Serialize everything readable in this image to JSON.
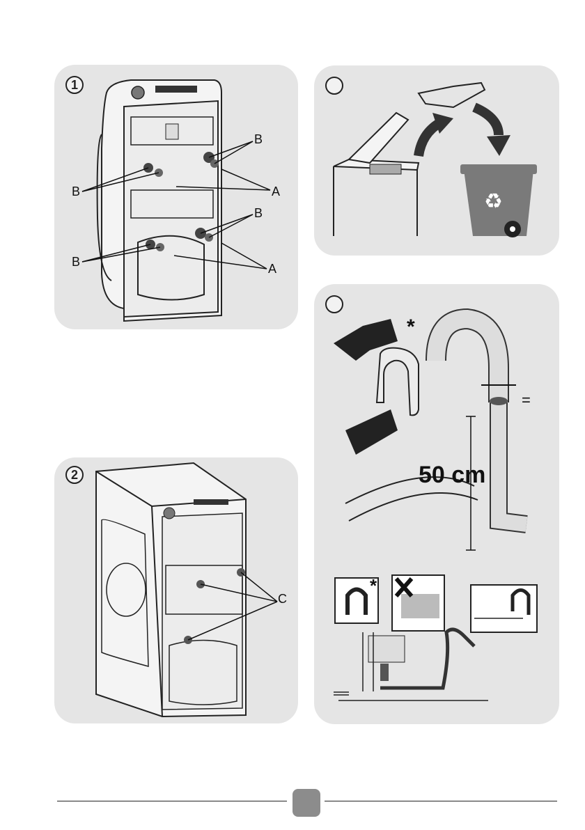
{
  "steps": {
    "s1": {
      "number": "1",
      "labels": {
        "b1": "B",
        "b2": "B",
        "b3": "B",
        "b4": "B",
        "a1": "A",
        "a2": "A"
      }
    },
    "s2": {
      "number": "2",
      "labels": {
        "c": "C"
      }
    },
    "s3": {
      "number": "",
      "icons": {
        "recycle": "recycle-bin-icon"
      }
    },
    "s4": {
      "number": "",
      "height_label": "50 cm",
      "equal_sign": "=",
      "note_mark": "*"
    }
  },
  "colors": {
    "panel": "#e5e5e5",
    "bin": "#7a7a7a",
    "page_box": "#8c8c8c"
  }
}
